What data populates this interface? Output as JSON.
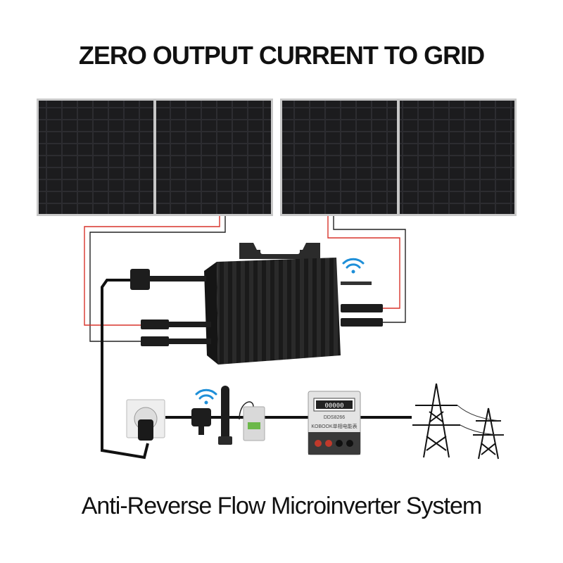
{
  "header": {
    "title": "ZERO OUTPUT CURRENT TO GRID"
  },
  "footer": {
    "caption": "Anti-Reverse Flow Microinverter System"
  },
  "meter": {
    "reading": "00000",
    "model": "DDS8266",
    "nameplate": "KOBOOK单相电能表"
  },
  "icons": [
    "solar-panel-icon",
    "microinverter-icon",
    "wifi-icon",
    "wall-socket-icon",
    "current-clamp-icon",
    "antenna-icon",
    "dtu-icon",
    "energy-meter-icon",
    "transmission-tower-icon"
  ],
  "colors": {
    "wire_red": "#d9342b",
    "wire_dark": "#222222",
    "wifi_blue": "#1e8fd8",
    "panel_dark": "#1a1a1a"
  }
}
